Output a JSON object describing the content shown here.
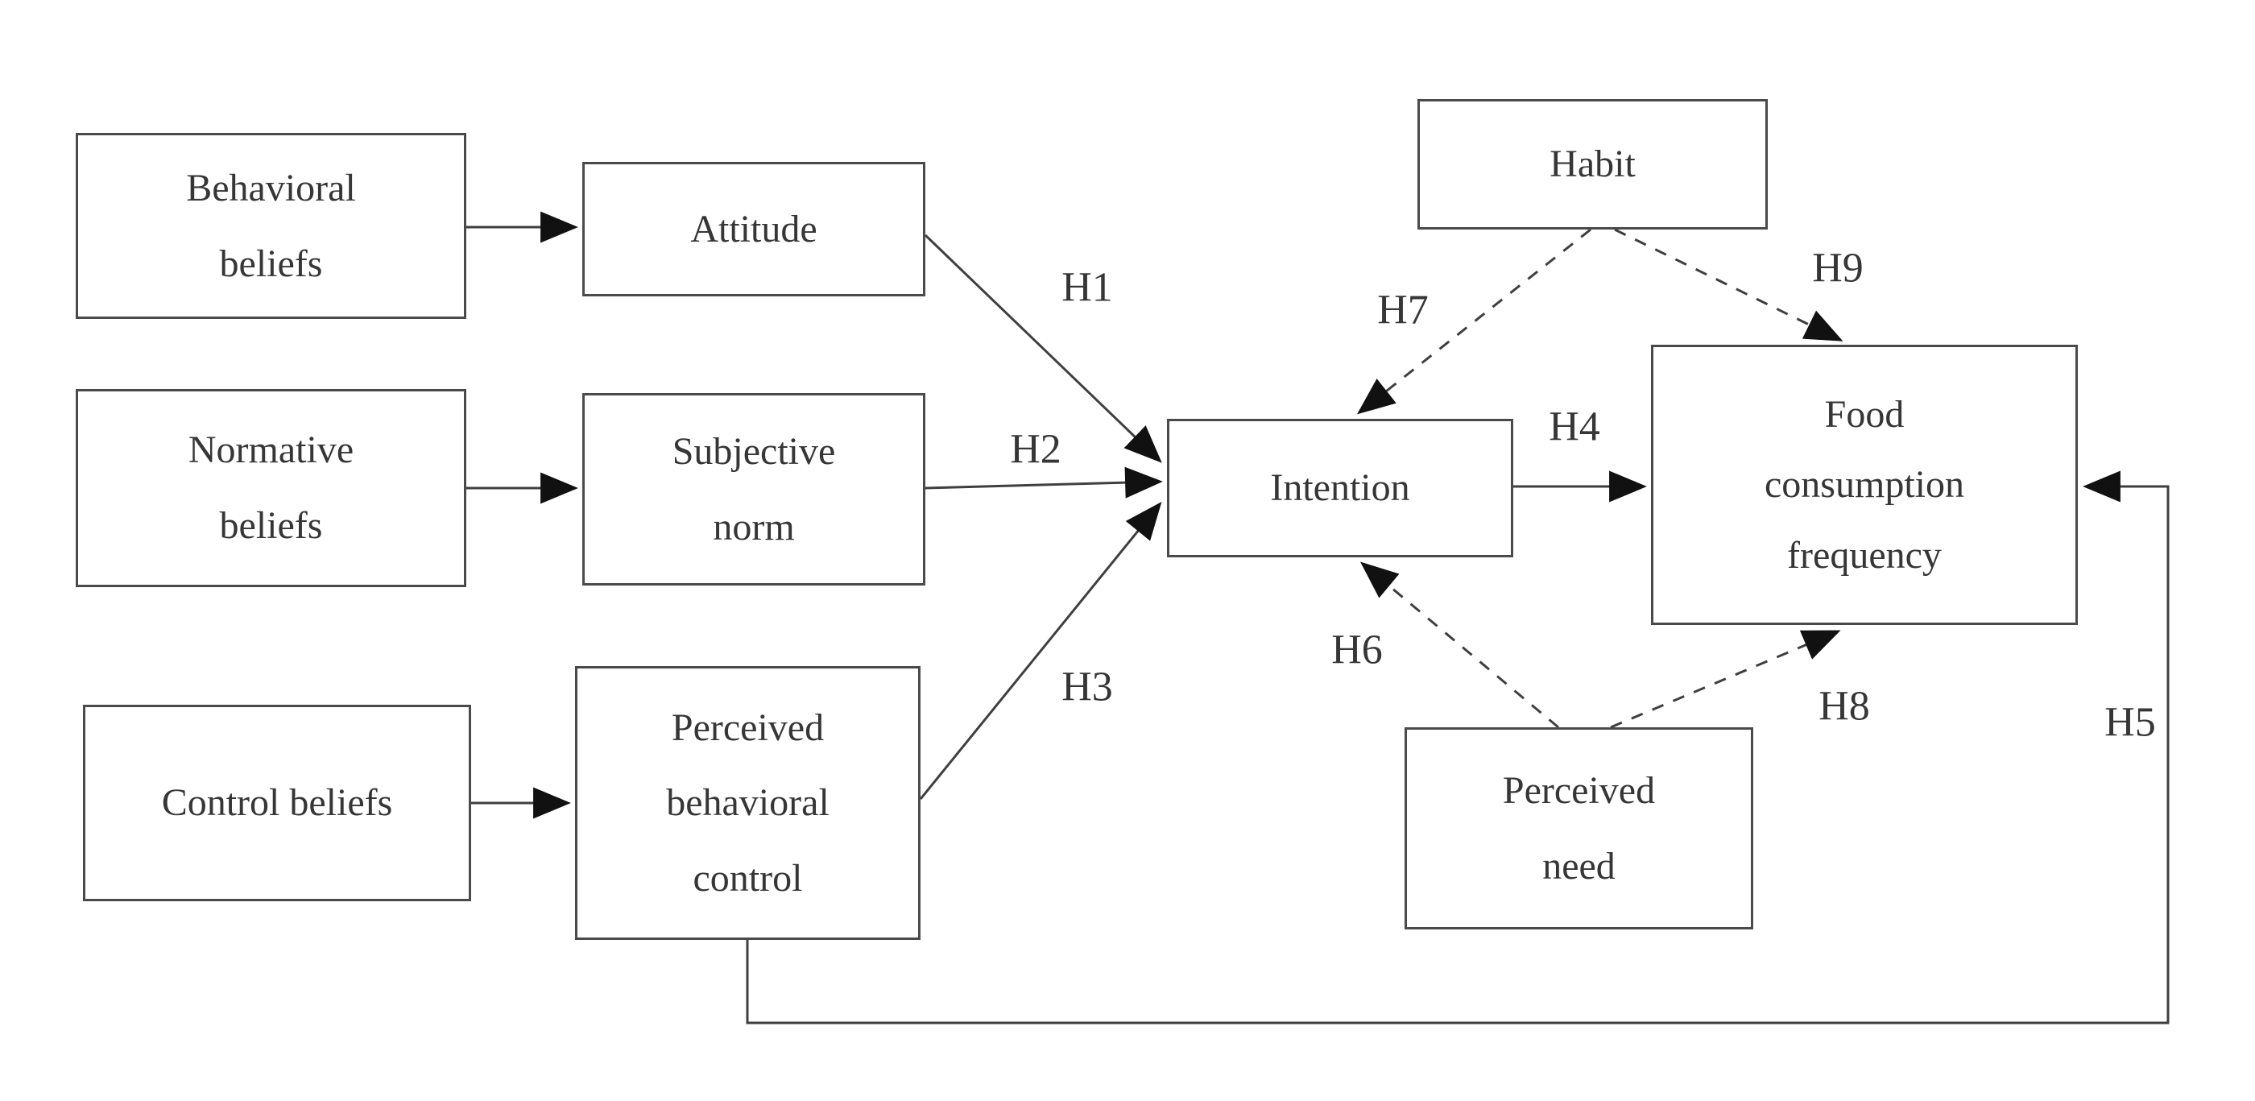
{
  "diagram": {
    "type": "conceptual-model",
    "colors": {
      "background": "#ffffff",
      "line": "#3f3f3f",
      "text": "#363636",
      "arrowhead": "#111111"
    },
    "nodes": {
      "behavioral_beliefs": {
        "label": "Behavioral\nbeliefs"
      },
      "attitude": {
        "label": "Attitude"
      },
      "normative_beliefs": {
        "label": "Normative\nbeliefs"
      },
      "subjective_norm": {
        "label": "Subjective\nnorm"
      },
      "control_beliefs": {
        "label": "Control beliefs"
      },
      "perceived_behavioral_control": {
        "label": "Perceived\nbehavioral\ncontrol"
      },
      "intention": {
        "label": "Intention"
      },
      "habit": {
        "label": "Habit"
      },
      "food_consumption_frequency": {
        "label": "Food\nconsumption\nfrequency"
      },
      "perceived_need": {
        "label": "Perceived\nneed"
      }
    },
    "hypothesis_labels": {
      "h1": "H1",
      "h2": "H2",
      "h3": "H3",
      "h4": "H4",
      "h5": "H5",
      "h6": "H6",
      "h7": "H7",
      "h8": "H8",
      "h9": "H9"
    },
    "edges": [
      {
        "from": "behavioral_beliefs",
        "to": "attitude",
        "style": "solid",
        "hypothesis": ""
      },
      {
        "from": "normative_beliefs",
        "to": "subjective_norm",
        "style": "solid",
        "hypothesis": ""
      },
      {
        "from": "control_beliefs",
        "to": "perceived_behavioral_control",
        "style": "solid",
        "hypothesis": ""
      },
      {
        "from": "attitude",
        "to": "intention",
        "style": "solid",
        "hypothesis": "H1"
      },
      {
        "from": "subjective_norm",
        "to": "intention",
        "style": "solid",
        "hypothesis": "H2"
      },
      {
        "from": "perceived_behavioral_control",
        "to": "intention",
        "style": "solid",
        "hypothesis": "H3"
      },
      {
        "from": "intention",
        "to": "food_consumption_frequency",
        "style": "solid",
        "hypothesis": "H4"
      },
      {
        "from": "perceived_behavioral_control",
        "to": "food_consumption_frequency",
        "style": "solid",
        "hypothesis": "H5"
      },
      {
        "from": "perceived_need",
        "to": "intention",
        "style": "dashed",
        "hypothesis": "H6"
      },
      {
        "from": "habit",
        "to": "intention",
        "style": "dashed",
        "hypothesis": "H7"
      },
      {
        "from": "perceived_need",
        "to": "food_consumption_frequency",
        "style": "dashed",
        "hypothesis": "H8"
      },
      {
        "from": "habit",
        "to": "food_consumption_frequency",
        "style": "dashed",
        "hypothesis": "H9"
      }
    ]
  }
}
